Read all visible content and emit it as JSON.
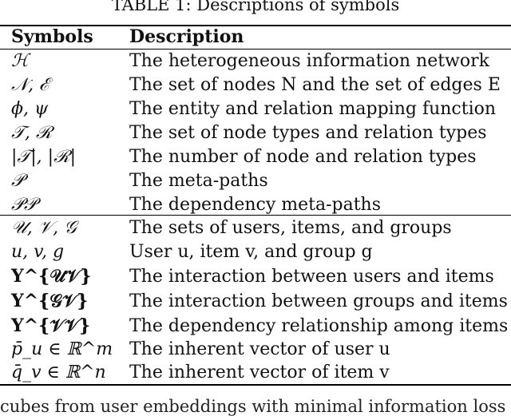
{
  "caption": "TABLE 1: Descriptions of symbols",
  "headers": {
    "symbols": "Symbols",
    "description": "Description"
  },
  "rows": [
    {
      "symbol": "ℋ",
      "description": "The heterogeneous information network"
    },
    {
      "symbol": "𝒩, ℰ",
      "description": "The set of nodes N and the set of edges E"
    },
    {
      "symbol": "ϕ, ψ",
      "description": "The entity and relation mapping function"
    },
    {
      "symbol": "𝒯, ℛ",
      "description": "The set of node types and relation types"
    },
    {
      "symbol": "|𝒯|, |ℛ|",
      "description": "The number of node and relation types"
    },
    {
      "symbol": "𝒫",
      "description": "The meta-paths"
    },
    {
      "symbol": "𝒫𝒫",
      "description": "The dependency meta-paths"
    },
    {
      "symbol": "𝒰, 𝒱, 𝒢",
      "description": "The sets of users, items, and groups"
    },
    {
      "symbol": "u, v, g",
      "description": "User u, item v, and group g"
    },
    {
      "symbol": "Y^{𝒰𝒱}",
      "description": "The interaction between users and items"
    },
    {
      "symbol": "Y^{𝒢𝒱}",
      "description": "The interaction between groups and items"
    },
    {
      "symbol": "Y^{𝒱𝒱}",
      "description": "The dependency relationship among items"
    },
    {
      "symbol": "p̄_u ∈ ℝ^m",
      "description": "The inherent vector of user u"
    },
    {
      "symbol": "q̄_v ∈ ℝ^n",
      "description": "The inherent vector of item v"
    }
  ],
  "trailing_text": "cubes from user embeddings with minimal information loss"
}
